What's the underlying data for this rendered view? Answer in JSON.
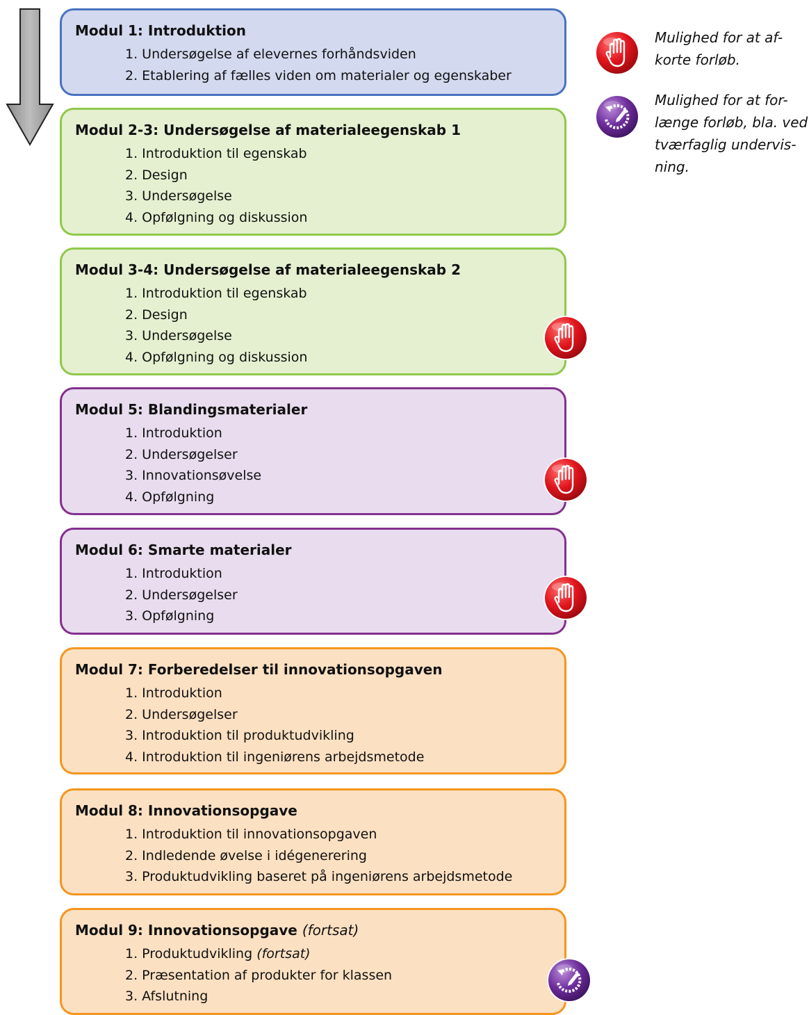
{
  "legend": {
    "shorten_text_1": "Mulighed for at af-",
    "shorten_text_2": "korte forløb.",
    "extend_text_1": "Mulighed for at for-",
    "extend_text_2": "længe forløb, bla. ved",
    "extend_text_3": "tværfaglig undervis-",
    "extend_text_4": "ning."
  },
  "modules": [
    {
      "title": "Modul 1: Introduktion",
      "items": [
        "1. Undersøgelse af elevernes forhåndsviden",
        "2. Etablering af fælles viden om materialer og egenskaber"
      ]
    },
    {
      "title": "Modul 2-3: Undersøgelse af materialeegenskab 1",
      "items": [
        "1. Introduktion til egenskab",
        "2. Design",
        "3. Undersøgelse",
        "4. Opfølgning og diskussion"
      ]
    },
    {
      "title": "Modul 3-4: Undersøgelse af materialeegenskab 2",
      "items": [
        "1. Introduktion til egenskab",
        "2. Design",
        "3. Undersøgelse",
        "4. Opfølgning og diskussion"
      ]
    },
    {
      "title": "Modul 5: Blandingsmaterialer",
      "items": [
        "1. Introduktion",
        "2. Undersøgelser",
        "3. Innovationsøvelse",
        "4. Opfølgning"
      ]
    },
    {
      "title": "Modul 6: Smarte materialer",
      "items": [
        "1. Introduktion",
        "2. Undersøgelser",
        "3. Opfølgning"
      ]
    },
    {
      "title": "Modul 7: Forberedelser til innovationsopgaven",
      "items": [
        "1. Introduktion",
        "2. Undersøgelser",
        "3. Introduktion til produktudvikling",
        "4. Introduktion til ingeniørens arbejdsmetode"
      ]
    },
    {
      "title": "Modul 8: Innovationsopgave",
      "items": [
        "1. Introduktion til innovationsopgaven",
        "2. Indledende øvelse i idégenerering",
        "3. Produktudvikling baseret på ingeniørens arbejdsmetode"
      ]
    },
    {
      "title": "Modul 9: Innovationsopgave",
      "title_suffix": "(fortsat)",
      "items": [
        "1. Produktudvikling",
        "2. Præsentation af produkter for klassen",
        "3. Afslutning"
      ],
      "item_suffix": "(fortsat)"
    }
  ],
  "icons": {
    "legend_shorten": "raised-hand-icon",
    "legend_extend": "extend-clock-icon",
    "module3_4": "raised-hand-icon",
    "module5": "raised-hand-icon",
    "module6": "raised-hand-icon",
    "module9": "extend-clock-icon"
  },
  "colors": {
    "blue": "#4a72c0",
    "green": "#8fc84a",
    "purple": "#83308e",
    "orange": "#f4951e",
    "shorten_icon": "#d4131b",
    "extend_icon": "#6a2a96"
  }
}
